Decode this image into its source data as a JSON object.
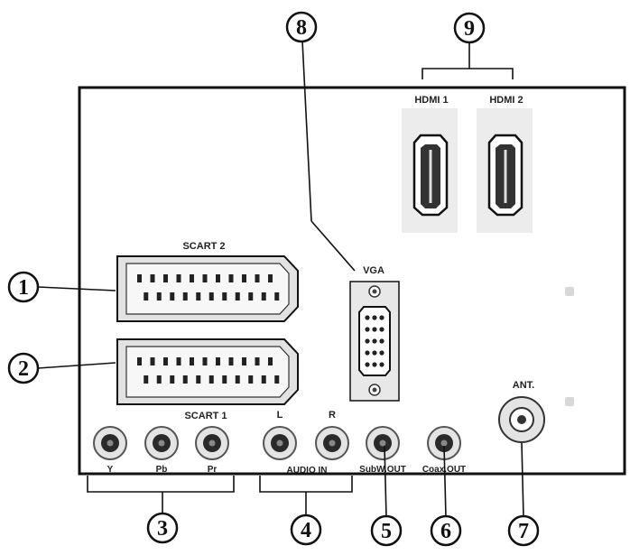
{
  "labels": {
    "scart2": "SCART 2",
    "scart1": "SCART 1",
    "vga": "VGA",
    "hdmi1": "HDMI 1",
    "hdmi2": "HDMI 2",
    "ant": "ANT.",
    "y": "Y",
    "pb": "Pb",
    "pr": "Pr",
    "audio_l": "L",
    "audio_r": "R",
    "audio_in": "AUDIO IN",
    "subw_out": "SubW.OUT",
    "coax_out": "Coax.OUT"
  },
  "callouts": [
    "1",
    "2",
    "3",
    "4",
    "5",
    "6",
    "7",
    "8",
    "9"
  ],
  "colors": {
    "line": "#111111",
    "port_face": "#e6e6e6",
    "rca_ring": "#7a7a7a",
    "rca_core": "#2a2a2a"
  }
}
